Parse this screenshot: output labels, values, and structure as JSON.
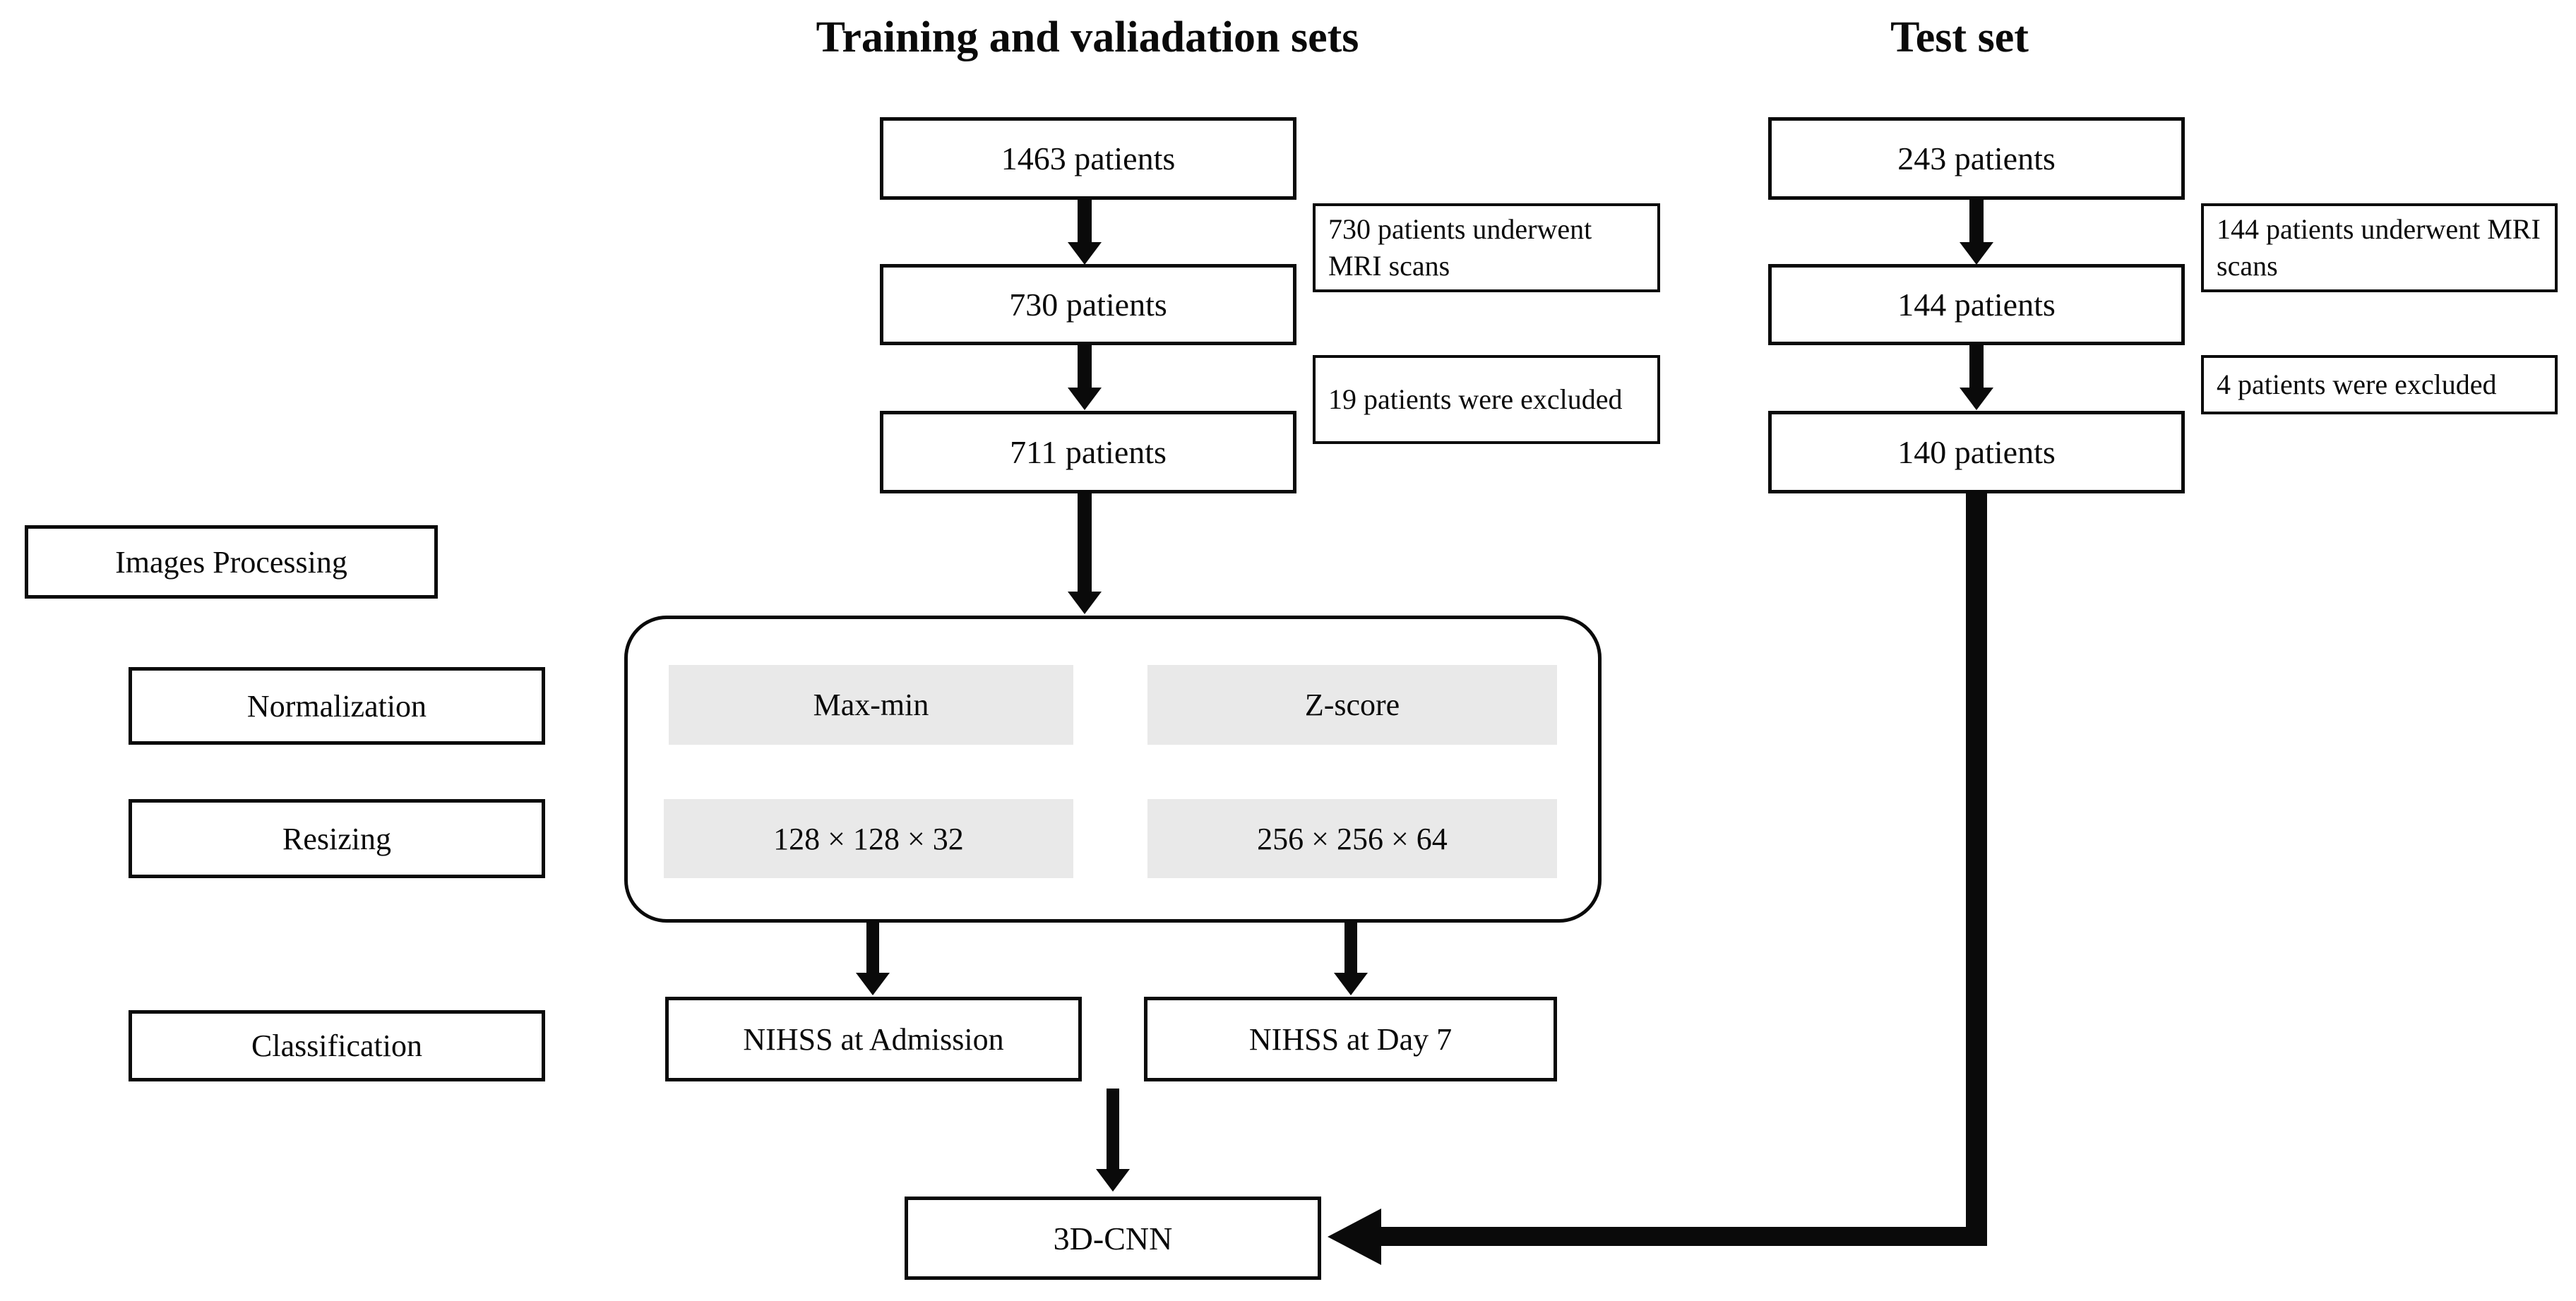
{
  "titles": {
    "training": "Training and valiadation sets",
    "test": "Test set"
  },
  "training_flow": {
    "step1": "1463 patients",
    "step2": "730 patients",
    "step3": "711 patients",
    "note_mri": "730 patients underwent MRI scans",
    "note_excluded": "19 patients were excluded"
  },
  "test_flow": {
    "step1": "243 patients",
    "step2": "144 patients",
    "step3": "140 patients",
    "note_mri": "144 patients underwent MRI scans",
    "note_excluded": "4 patients were excluded"
  },
  "processing": {
    "stage_images": "Images Processing",
    "stage_normalization": "Normalization",
    "stage_resizing": "Resizing",
    "stage_classification": "Classification",
    "normalization_options": {
      "left": "Max-min",
      "right": "Z-score"
    },
    "resizing_options": {
      "left": "128 × 128 × 32",
      "right": "256 × 256 × 64"
    },
    "classification_options": {
      "left": "NIHSS at Admission",
      "right": "NIHSS at Day 7"
    }
  },
  "model": {
    "label": "3D-CNN"
  },
  "colors": {
    "line": "#0a0a0a",
    "option_fill": "#e9e9e9",
    "background": "#ffffff"
  }
}
